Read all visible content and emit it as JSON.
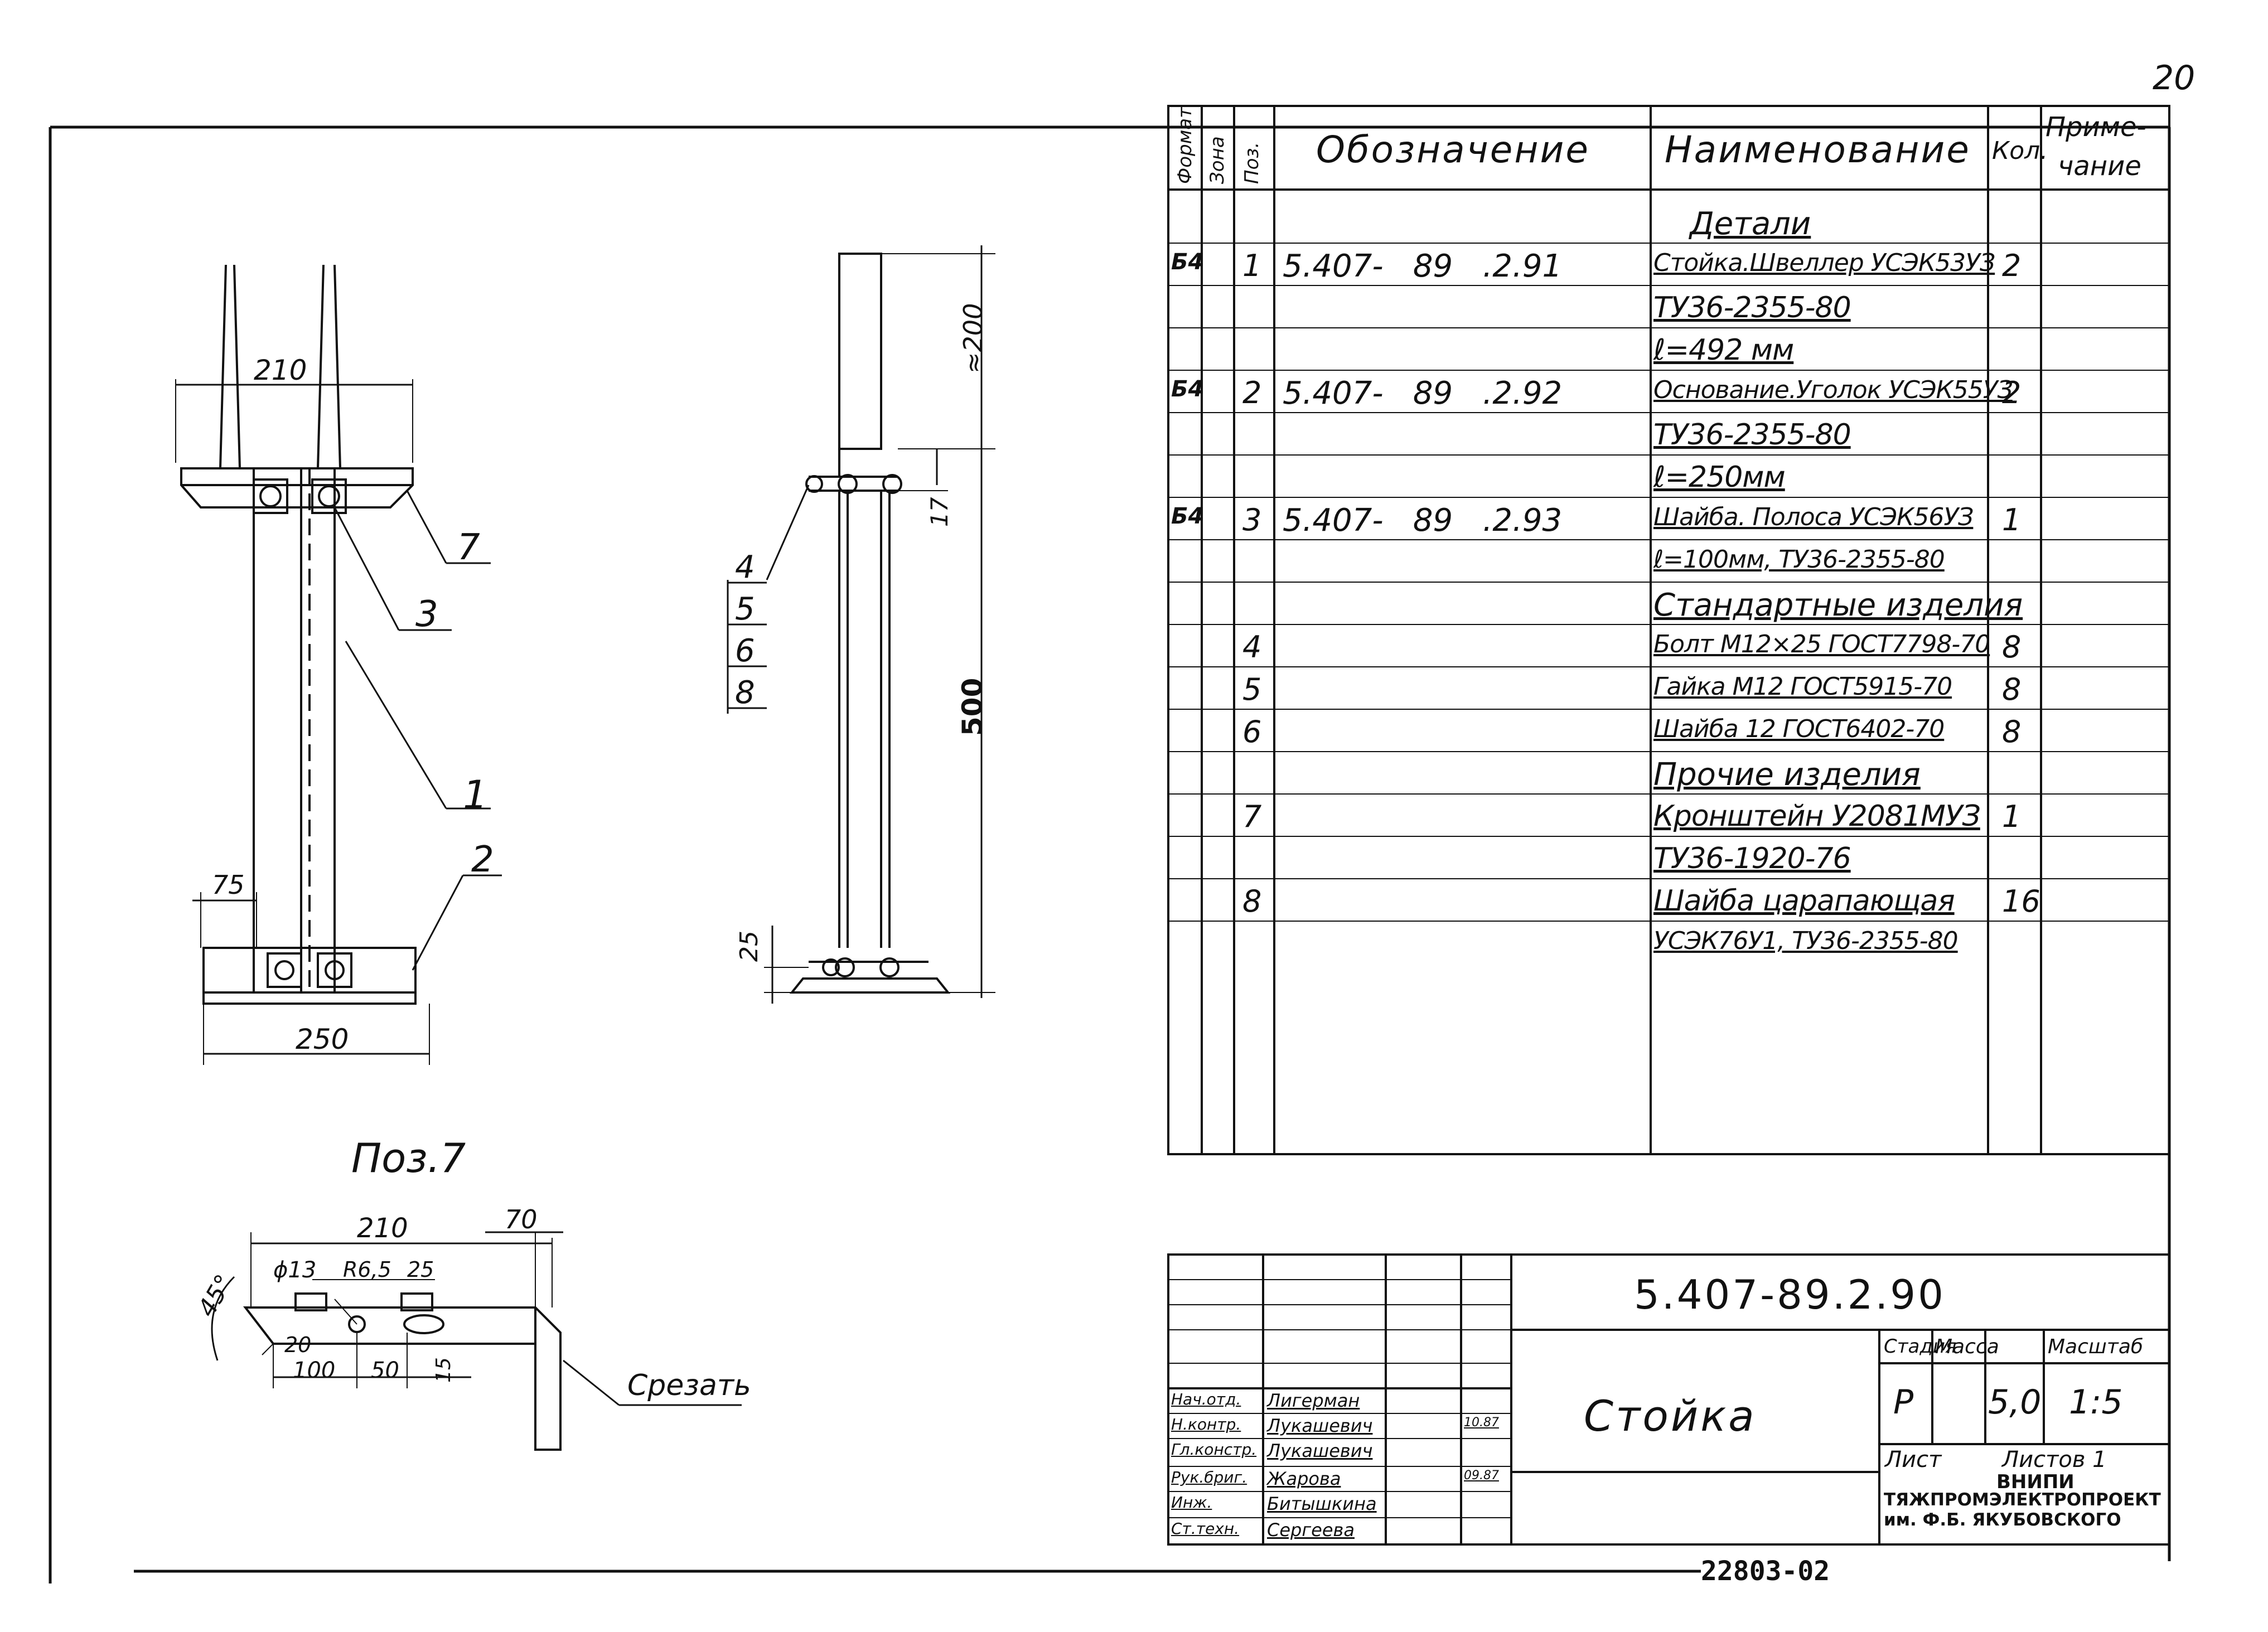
{
  "sheet": {
    "page_number": "20",
    "bottom_code": "22803-02"
  },
  "spec": {
    "headers": {
      "format": "Формат",
      "zone": "Зона",
      "pos": "Поз.",
      "designation": "Обозначение",
      "name": "Наименование",
      "qty": "Кол.",
      "note_line1": "Приме-",
      "note_line2": "чание"
    },
    "rows": [
      {
        "format": "",
        "pos": "",
        "designation": "",
        "name": "Детали",
        "qty": "",
        "section": true
      },
      {
        "format": "Б4",
        "pos": "1",
        "designation": "5.407-   89   .2.91",
        "name": "Стойка.Швеллер УСЭК53УЗ",
        "qty": "2"
      },
      {
        "format": "",
        "pos": "",
        "designation": "",
        "name": "ТУ36-2355-80",
        "qty": ""
      },
      {
        "format": "",
        "pos": "",
        "designation": "",
        "name": "ℓ=492 мм",
        "qty": ""
      },
      {
        "format": "Б4",
        "pos": "2",
        "designation": "5.407-   89   .2.92",
        "name": "Основание.Уголок УСЭК55УЗ",
        "qty": "2"
      },
      {
        "format": "",
        "pos": "",
        "designation": "",
        "name": "ТУ36-2355-80",
        "qty": ""
      },
      {
        "format": "",
        "pos": "",
        "designation": "",
        "name": "ℓ=250мм",
        "qty": ""
      },
      {
        "format": "Б4",
        "pos": "3",
        "designation": "5.407-   89   .2.93",
        "name": "Шайба. Полоса УСЭК56УЗ",
        "qty": "1"
      },
      {
        "format": "",
        "pos": "",
        "designation": "",
        "name": "ℓ=100мм, ТУ36-2355-80",
        "qty": ""
      },
      {
        "format": "",
        "pos": "",
        "designation": "",
        "name": "Стандартные изделия",
        "qty": "",
        "section": true
      },
      {
        "format": "",
        "pos": "4",
        "designation": "",
        "name": "Болт М12×25 ГОСТ7798-70",
        "qty": "8"
      },
      {
        "format": "",
        "pos": "5",
        "designation": "",
        "name": "Гайка М12  ГОСТ5915-70",
        "qty": "8"
      },
      {
        "format": "",
        "pos": "6",
        "designation": "",
        "name": "Шайба 12  ГОСТ6402-70",
        "qty": "8"
      },
      {
        "format": "",
        "pos": "",
        "designation": "",
        "name": "Прочие изделия",
        "qty": "",
        "section": true
      },
      {
        "format": "",
        "pos": "7",
        "designation": "",
        "name": "Кронштейн У2081МУЗ",
        "qty": "1"
      },
      {
        "format": "",
        "pos": "",
        "designation": "",
        "name": "ТУ36-1920-76",
        "qty": ""
      },
      {
        "format": "",
        "pos": "8",
        "designation": "",
        "name": "Шайба царапающая",
        "qty": "16"
      },
      {
        "format": "",
        "pos": "",
        "designation": "",
        "name": "УСЭК76У1, ТУ36-2355-80",
        "qty": ""
      }
    ]
  },
  "title_block": {
    "doc_number": "5.407-89.2.90",
    "title": "Стойка",
    "stage_label": "Стадия",
    "mass_label": "Масса",
    "scale_label": "Масштаб",
    "stage": "Р",
    "mass": "5,0",
    "scale": "1:5",
    "sheet_label": "Лист",
    "sheets_label": "Листов 1",
    "org_line1": "ВНИПИ",
    "org_line2": "ТЯЖПРОМЭЛЕКТРОПРОЕКТ",
    "org_line3": "им. Ф.Б. ЯКУБОВСКОГО",
    "signatures": [
      {
        "role": "Нач.отд.",
        "name": "Лигерман",
        "date": ""
      },
      {
        "role": "Н.контр.",
        "name": "Лукашевич",
        "date": "10.87"
      },
      {
        "role": "Гл.констр.",
        "name": "Лукашевич",
        "date": ""
      },
      {
        "role": "Рук.бриг.",
        "name": "Жарова",
        "date": "09.87"
      },
      {
        "role": "Инж.",
        "name": "Битышкина",
        "date": ""
      },
      {
        "role": "Ст.техн.",
        "name": "Сергеева",
        "date": ""
      }
    ]
  },
  "drawing": {
    "front_view": {
      "dim_top": "210",
      "dim_75": "75",
      "dim_bottom": "250",
      "leader_7": "7",
      "leader_3": "3",
      "leader_1": "1",
      "leader_2": "2"
    },
    "side_view": {
      "dim_200": "≈200",
      "dim_17": "17",
      "dim_500": "500",
      "dim_25": "25",
      "callouts": [
        "4",
        "5",
        "6",
        "8"
      ]
    },
    "pos7": {
      "label": "Поз.7",
      "dim_210": "210",
      "dim_70": "70",
      "dim_45": "45°",
      "dim_d13": "ϕ13",
      "dim_r65": "R6,5",
      "dim_25": "25",
      "dim_20": "20",
      "dim_100": "100",
      "dim_50": "50",
      "dim_15": "15",
      "cut_label": "Срезать"
    }
  }
}
